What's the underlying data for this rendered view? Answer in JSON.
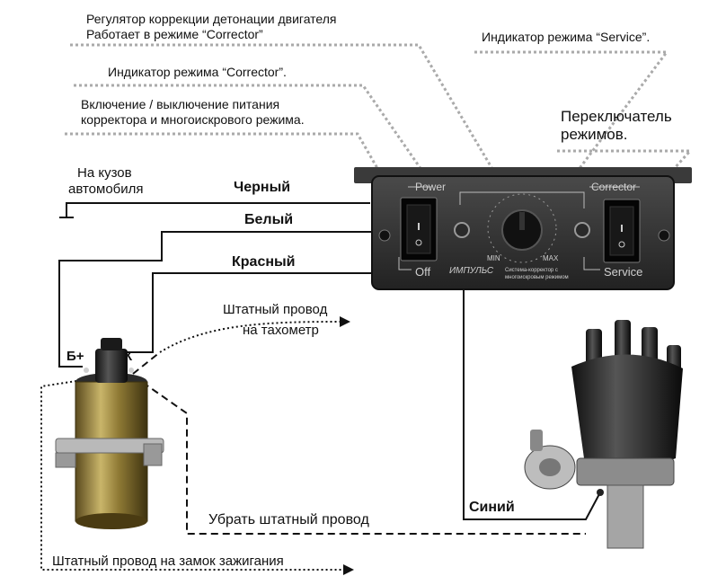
{
  "annotations": {
    "knock_regulator_line1": "Регулятор коррекции детонации двигателя",
    "knock_regulator_line2": "Работает в режиме “Corrector”",
    "service_indicator": "Индикатор режима “Service”.",
    "corrector_indicator": "Индикатор режима “Corrector”.",
    "power_switch_line1": "Включение / выключение питания",
    "power_switch_line2": "корректора и многоискрового режима.",
    "mode_switch_line1": "Переключатель",
    "mode_switch_line2": "режимов.",
    "body_ground_line1": "На кузов",
    "body_ground_line2": "автомобиля",
    "tacho_line1": "Штатный провод",
    "tacho_line2": "на тахометр",
    "remove_wire": "Убрать штатный провод",
    "ignition_wire": "Штатный провод на замок зажигания"
  },
  "wires": {
    "black": "Черный",
    "white": "Белый",
    "red": "Красный",
    "blue": "Синий"
  },
  "coil": {
    "plus_terminal": "Б+",
    "k_terminal": "К"
  },
  "device": {
    "power_label": "Power",
    "off_label": "Off",
    "corrector_label": "Corrector",
    "service_label": "Service",
    "min_label": "MIN",
    "max_label": "MAX",
    "brand": "ИМПУЛЬС",
    "caption_line1": "Система-корректор с",
    "caption_line2": "многоискровым режимом"
  }
}
